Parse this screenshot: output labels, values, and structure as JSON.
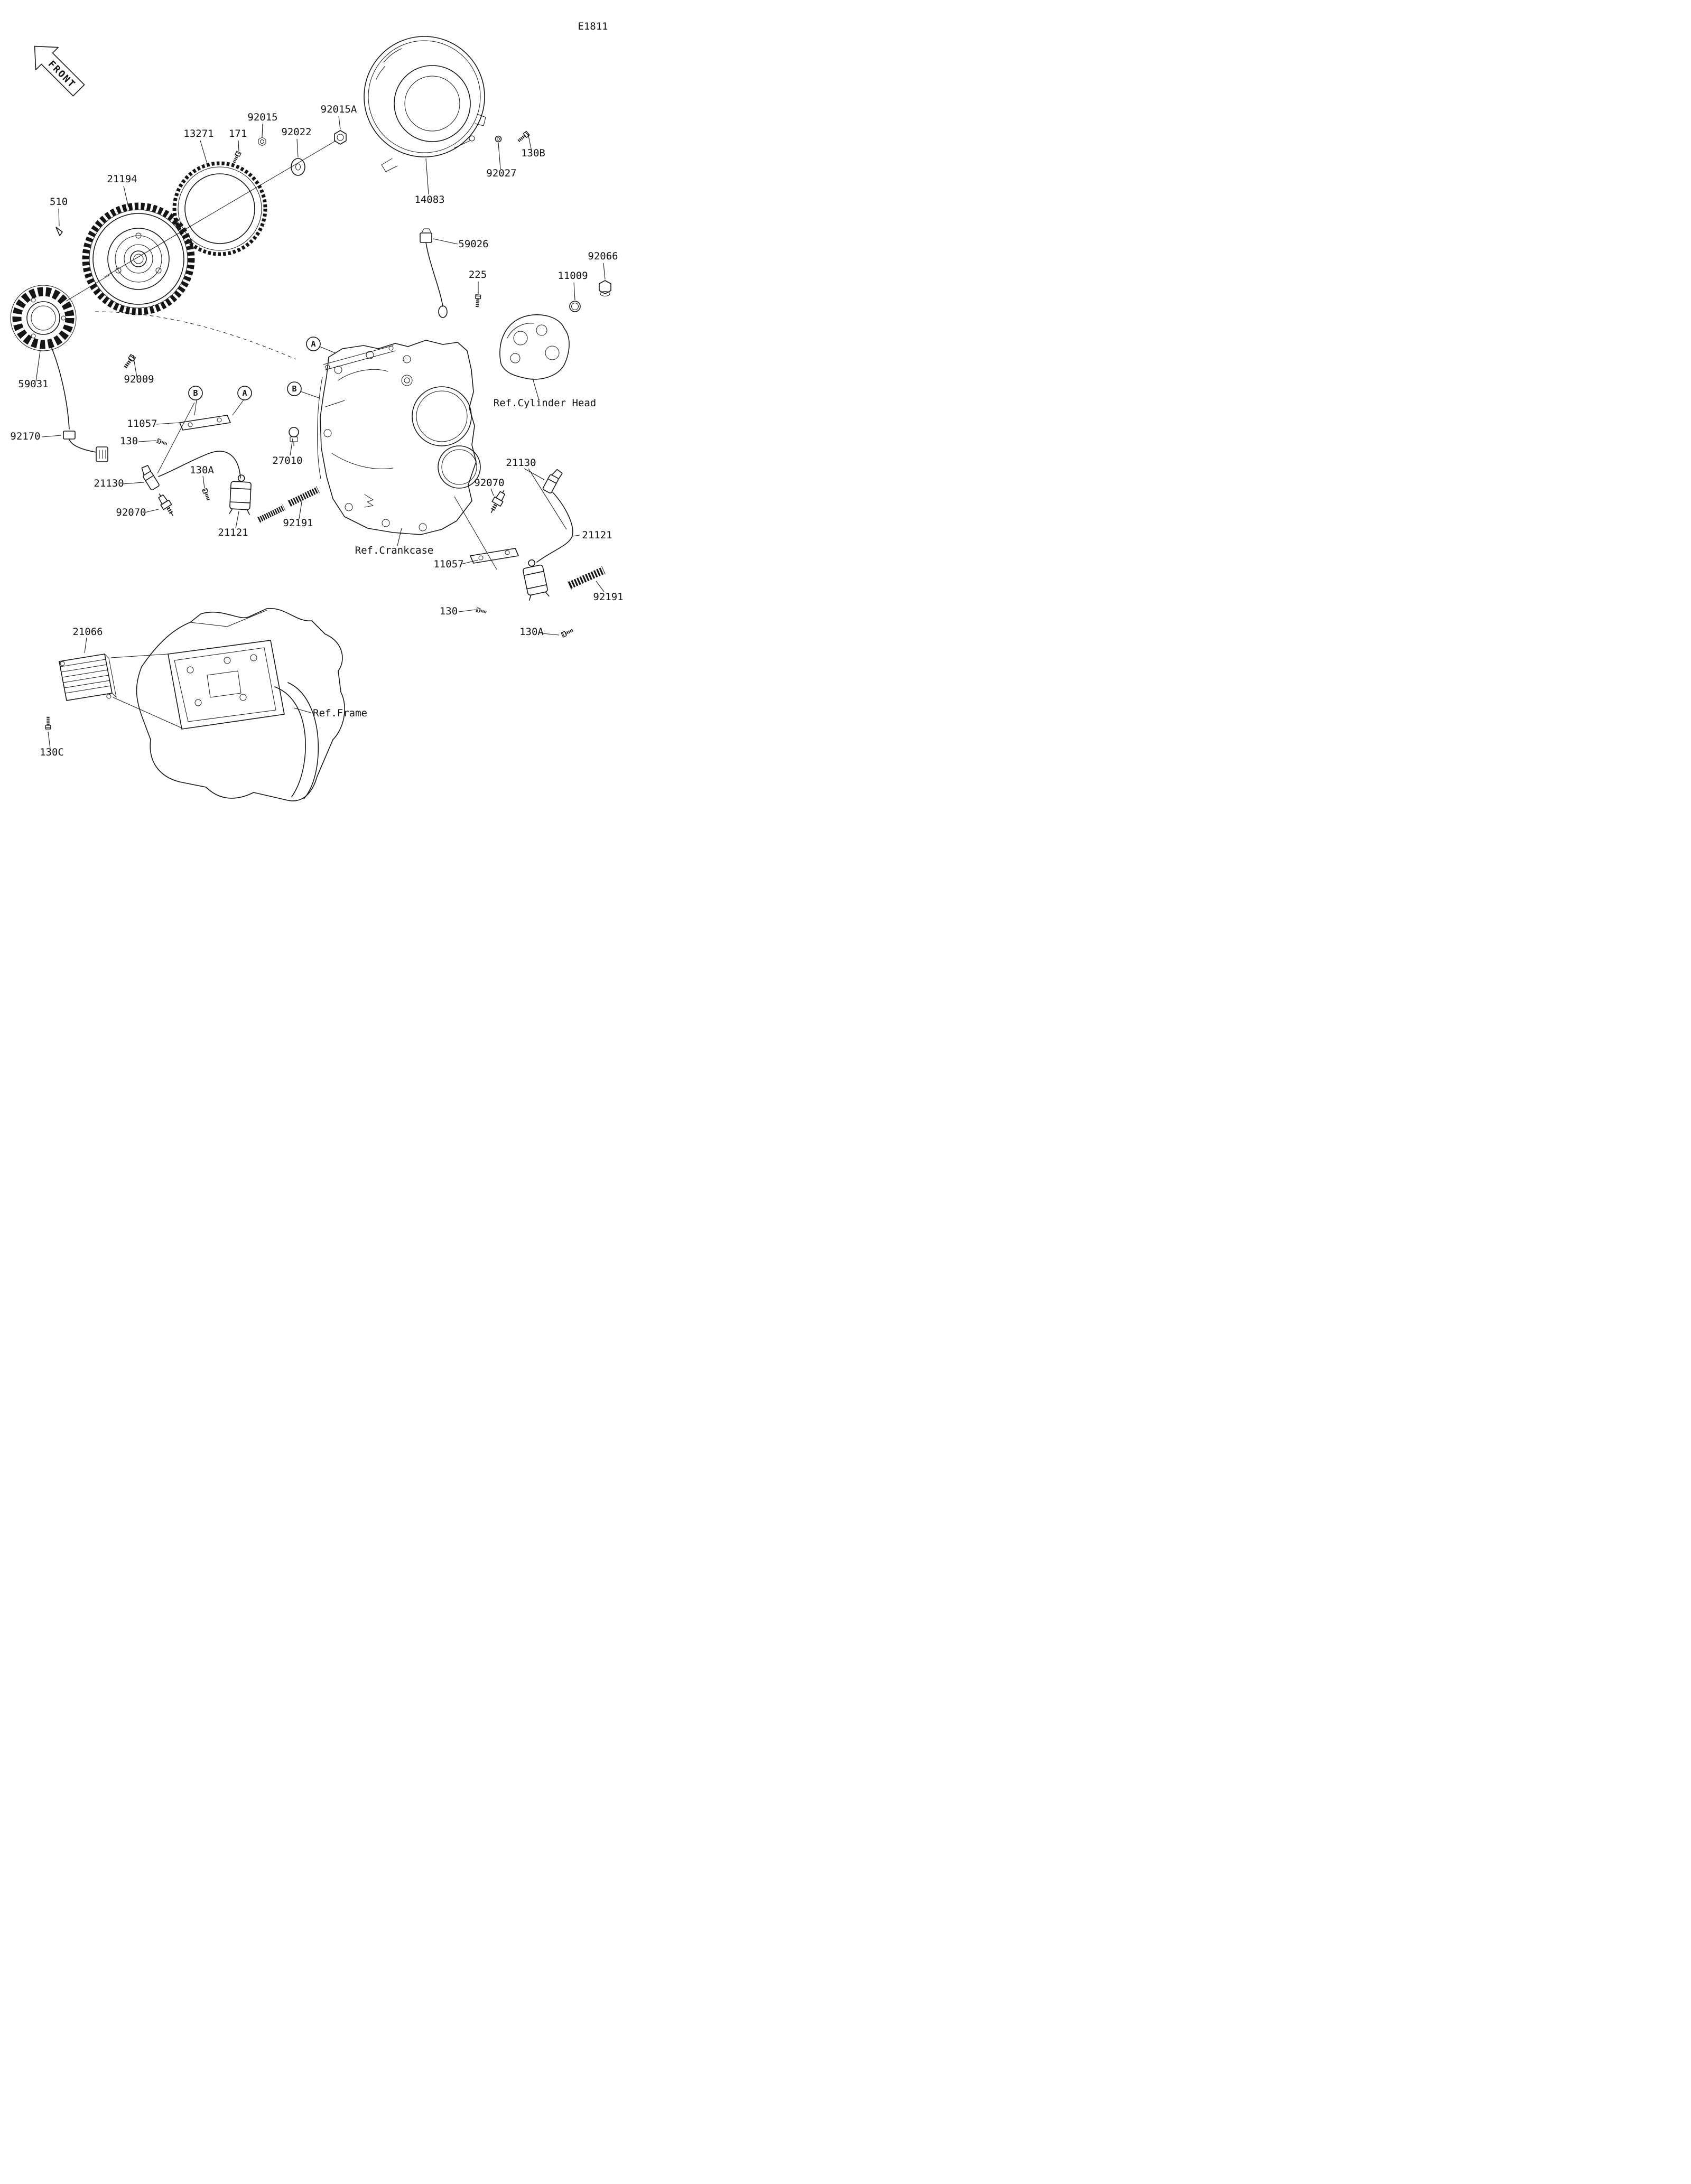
{
  "diagram": {
    "code": "E1811",
    "front_label": "FRONT",
    "callout_a": "A",
    "callout_b": "B",
    "refs": {
      "cylinder_head": "Ref.Cylinder Head",
      "crankcase": "Ref.Crankcase",
      "frame": "Ref.Frame"
    },
    "parts": {
      "p510": "510",
      "p171": "171",
      "p225": "225",
      "p130": "130",
      "p130a": "130A",
      "p130b": "130B",
      "p130c": "130C",
      "p11009": "11009",
      "p11057": "11057",
      "p13271": "13271",
      "p14083": "14083",
      "p21066": "21066",
      "p21121": "21121",
      "p21130": "21130",
      "p21194": "21194",
      "p27010": "27010",
      "p59026": "59026",
      "p59031": "59031",
      "p92009": "92009",
      "p92015": "92015",
      "p92015a": "92015A",
      "p92022": "92022",
      "p92027": "92027",
      "p92066": "92066",
      "p92070": "92070",
      "p92170": "92170",
      "p92191": "92191"
    }
  }
}
